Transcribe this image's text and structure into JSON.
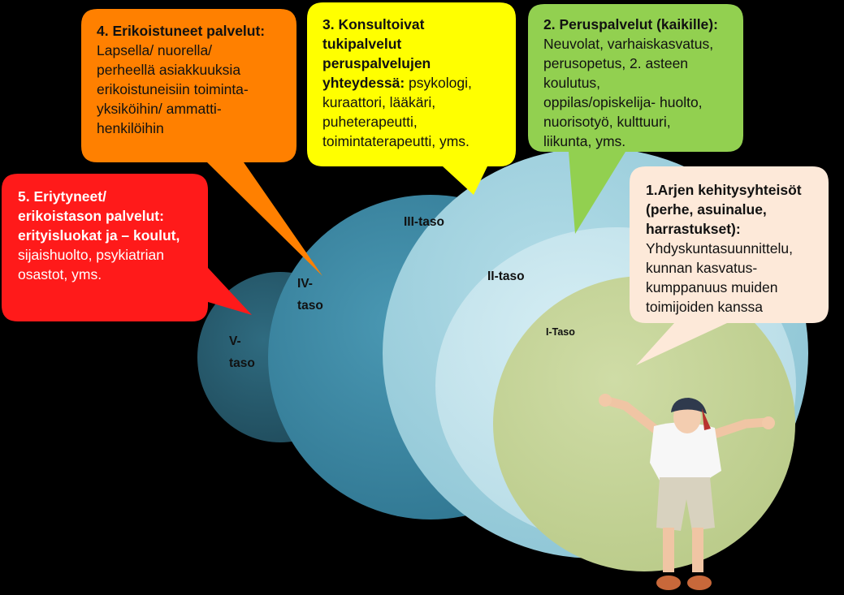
{
  "levels": {
    "l5": "V-\ntaso",
    "l4": "IV-\ntaso",
    "l3": "III-taso",
    "l2": "II-taso",
    "l1": "I-Taso"
  },
  "bubbles": {
    "b4": {
      "title": "4. Erikoistuneet palvelut:",
      "lines": [
        "Lapsella/ nuorella/",
        "perheellä asiakkuuksia",
        "erikoistuneisiin toiminta-",
        "yksiköihin/ ammatti-",
        "henkilöihin"
      ]
    },
    "b3": {
      "title_lines": [
        "3. Konsultoivat",
        "tukipalvelut",
        "peruspalvelujen"
      ],
      "title_last": "yhteydessä:",
      "lines": [
        " psykologi,",
        "kuraattori, lääkäri,",
        "puheterapeutti,",
        "toimintaterapeutti, yms."
      ]
    },
    "b2": {
      "title": "2. Peruspalvelut (kaikille):",
      "lines": [
        "Neuvolat, varhaiskasvatus,",
        "perusopetus, 2. asteen",
        "koulutus,",
        "oppilas/opiskelija- huolto,",
        "nuorisotyö, kulttuuri,",
        "liikunta, yms."
      ]
    },
    "b1": {
      "title_lines": [
        "1.Arjen kehitysyhteisöt",
        "(perhe, asuinalue,",
        "harrastukset):"
      ],
      "lines": [
        "Yhdyskuntasuunnittelu,",
        "kunnan kasvatus-",
        "kumppanuus muiden",
        "toimijoiden kanssa"
      ]
    },
    "b5": {
      "title_lines": [
        "5.  Eriytyneet/",
        "erikoistason palvelut:",
        "erityisluokat ja – koulut,"
      ],
      "lines": [
        "sijaishuolto, psykiatrian",
        "osastot, yms."
      ]
    }
  },
  "colors": {
    "bg": "#000000",
    "l5": "#2b5f72",
    "l4": "#3f8ba6",
    "l3": "#9ccfdd",
    "l2": "#c2e3ec",
    "l1": "#c6d59a",
    "b5": "#ff1a1a",
    "b4": "#ff8000",
    "b3": "#ffff00",
    "b2": "#92d050",
    "b1": "#fde9d9"
  },
  "image": "child-with-raised-arms"
}
